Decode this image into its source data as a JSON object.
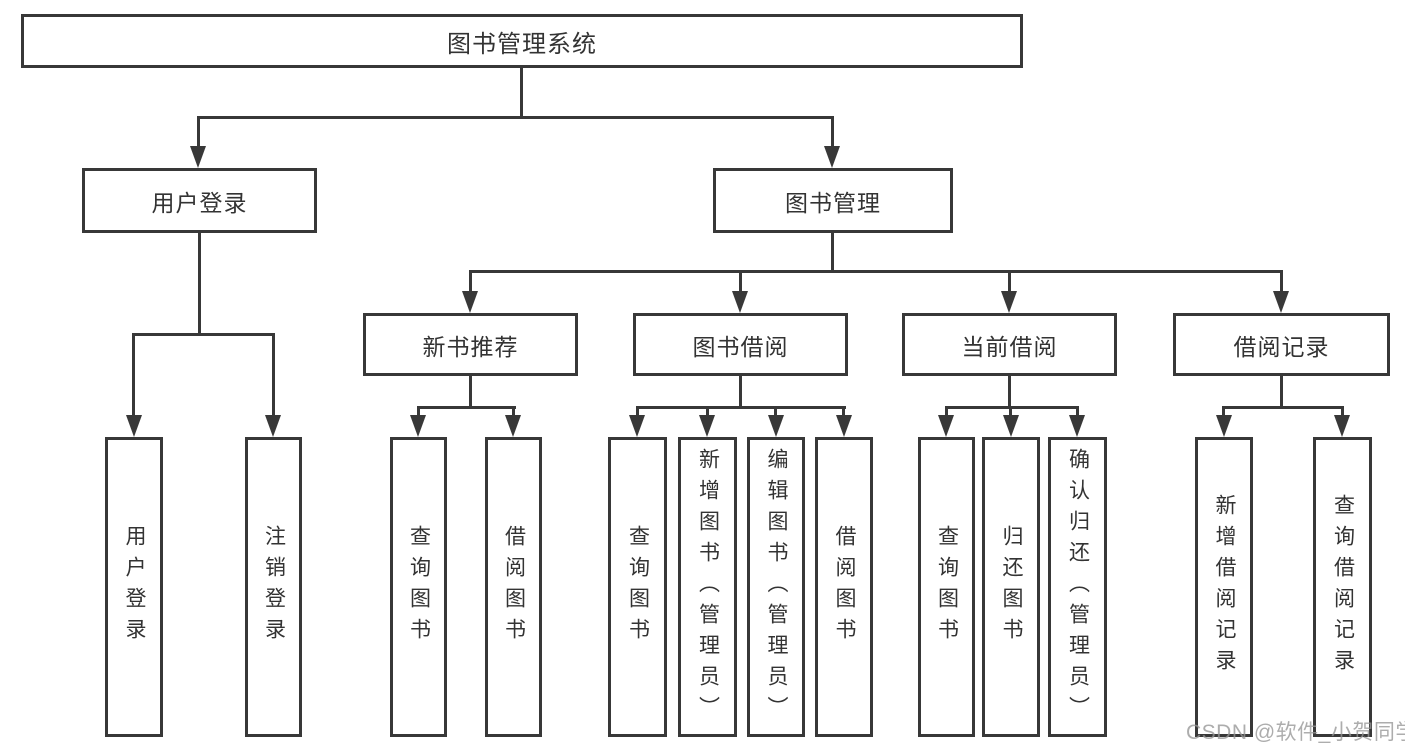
{
  "root": {
    "label": "图书管理系统"
  },
  "level2": {
    "user_login": {
      "label": "用户登录"
    },
    "book_management": {
      "label": "图书管理"
    }
  },
  "level3": {
    "new_book_recommend": {
      "label": "新书推荐"
    },
    "book_borrowing": {
      "label": "图书借阅"
    },
    "current_borrowing": {
      "label": "当前借阅"
    },
    "borrowing_records": {
      "label": "借阅记录"
    }
  },
  "leaves": {
    "user_login_children": [
      "用户登录",
      "注销登录"
    ],
    "new_book_children": [
      "查询图书",
      "借阅图书"
    ],
    "book_borrowing_children": [
      "查询图书",
      "新增图书（管理员）",
      "编辑图书（管理员）",
      "借阅图书"
    ],
    "current_borrowing_children": [
      "查询图书",
      "归还图书",
      "确认归还（管理员）"
    ],
    "borrowing_records_children": [
      "新增借阅记录",
      "查询借阅记录"
    ]
  },
  "watermark": "CSDN @软件_小贺同学",
  "colors": {
    "line": "#383838",
    "text": "#333333",
    "background": "#ffffff",
    "watermark": "#969696"
  }
}
